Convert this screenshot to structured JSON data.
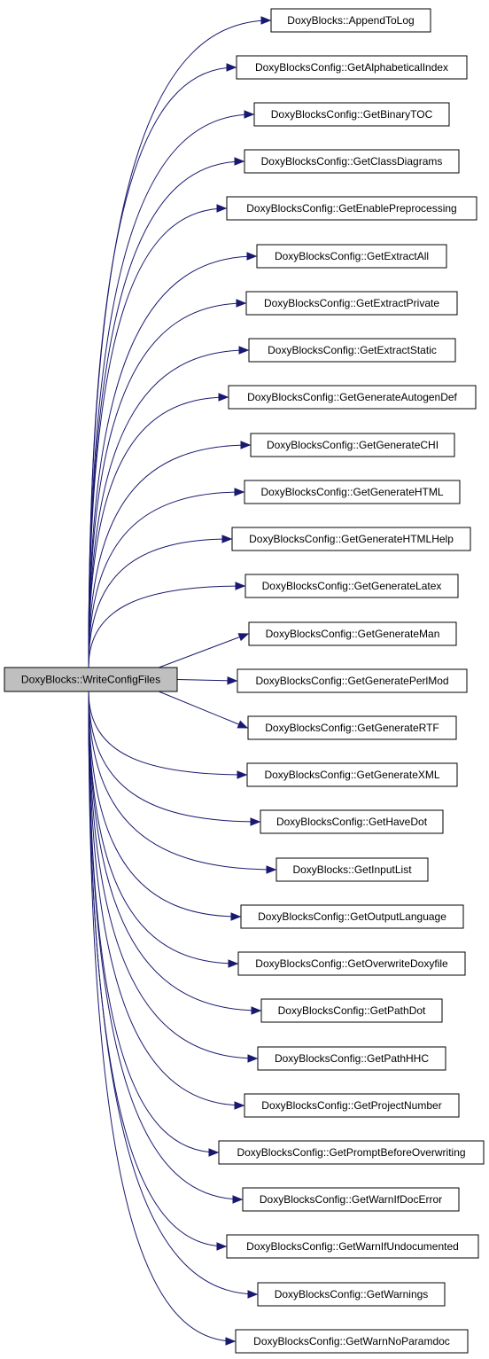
{
  "root": {
    "label": "DoxyBlocks::WriteConfigFiles"
  },
  "callees": [
    "DoxyBlocks::AppendToLog",
    "DoxyBlocksConfig::GetAlphabeticalIndex",
    "DoxyBlocksConfig::GetBinaryTOC",
    "DoxyBlocksConfig::GetClassDiagrams",
    "DoxyBlocksConfig::GetEnablePreprocessing",
    "DoxyBlocksConfig::GetExtractAll",
    "DoxyBlocksConfig::GetExtractPrivate",
    "DoxyBlocksConfig::GetExtractStatic",
    "DoxyBlocksConfig::GetGenerateAutogenDef",
    "DoxyBlocksConfig::GetGenerateCHI",
    "DoxyBlocksConfig::GetGenerateHTML",
    "DoxyBlocksConfig::GetGenerateHTMLHelp",
    "DoxyBlocksConfig::GetGenerateLatex",
    "DoxyBlocksConfig::GetGenerateMan",
    "DoxyBlocksConfig::GetGeneratePerlMod",
    "DoxyBlocksConfig::GetGenerateRTF",
    "DoxyBlocksConfig::GetGenerateXML",
    "DoxyBlocksConfig::GetHaveDot",
    "DoxyBlocks::GetInputList",
    "DoxyBlocksConfig::GetOutputLanguage",
    "DoxyBlocksConfig::GetOverwriteDoxyfile",
    "DoxyBlocksConfig::GetPathDot",
    "DoxyBlocksConfig::GetPathHHC",
    "DoxyBlocksConfig::GetProjectNumber",
    "DoxyBlocksConfig::GetPromptBeforeOverwriting",
    "DoxyBlocksConfig::GetWarnIfDocError",
    "DoxyBlocksConfig::GetWarnIfUndocumented",
    "DoxyBlocksConfig::GetWarnings",
    "DoxyBlocksConfig::GetWarnNoParamdoc"
  ],
  "colors": {
    "edge": "#191970",
    "root_fill": "#bfbfbf",
    "node_fill": "#ffffff",
    "border": "#000000"
  }
}
